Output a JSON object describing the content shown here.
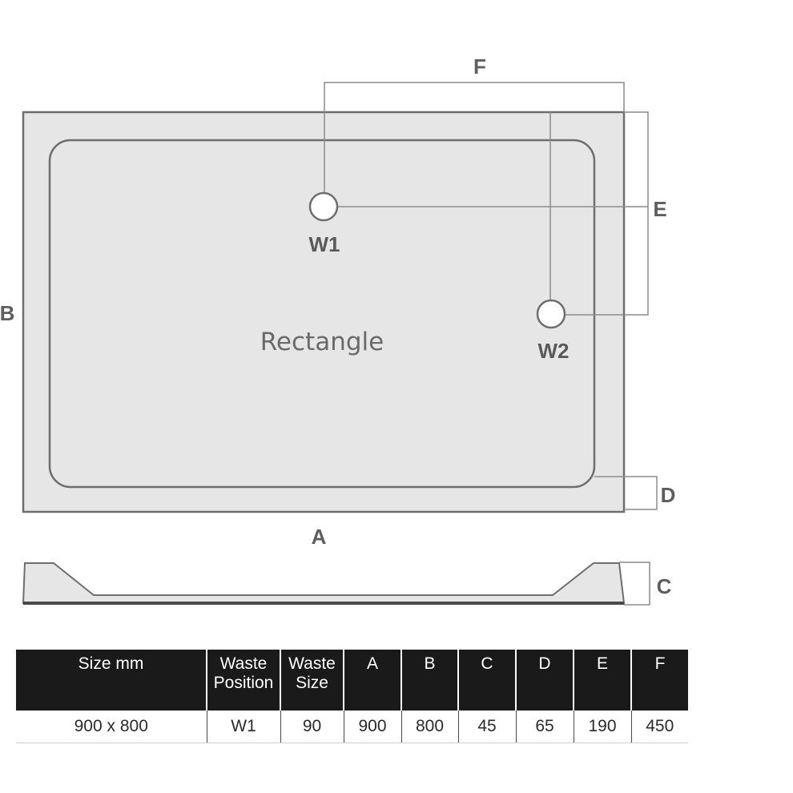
{
  "diagram": {
    "shape_label": "Rectangle",
    "waste_labels": {
      "w1": "W1",
      "w2": "W2"
    },
    "dimension_labels": {
      "a": "A",
      "b": "B",
      "c": "C",
      "d": "D",
      "e": "E",
      "f": "F"
    },
    "colors": {
      "tray_fill": "#e6e6e6",
      "tray_stroke": "#6e6e6e",
      "leader_line": "#8c8c8c",
      "label_text": "#5e5e5e"
    }
  },
  "table": {
    "headers": [
      "Size mm",
      "Waste Position",
      "Waste Size",
      "A",
      "B",
      "C",
      "D",
      "E",
      "F"
    ],
    "rows": [
      [
        "900 x 800",
        "W1",
        "90",
        "900",
        "800",
        "45",
        "65",
        "190",
        "450"
      ]
    ],
    "colors": {
      "header_bg": "#1a1a1a",
      "header_text": "#ffffff"
    }
  }
}
